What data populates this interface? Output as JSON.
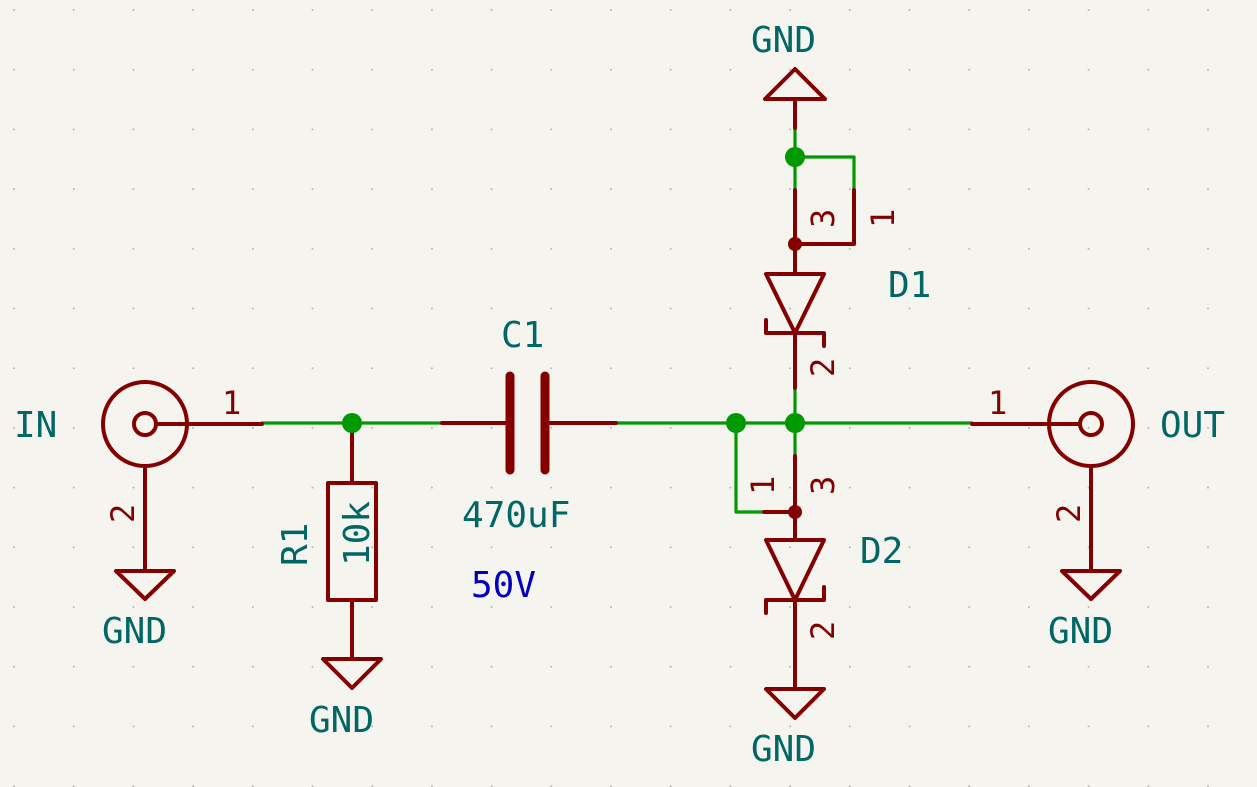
{
  "colors": {
    "background": "#f5f4ef",
    "component": "#840000",
    "wire": "#009900",
    "label": "#006666",
    "note": "#0000c0"
  },
  "connectors": {
    "input": {
      "label": "IN",
      "signal_pin": "1",
      "ground_pin": "2",
      "ground_label": "GND"
    },
    "output": {
      "label": "OUT",
      "signal_pin": "1",
      "ground_pin": "2",
      "ground_label": "GND"
    }
  },
  "resistor": {
    "ref": "R1",
    "value": "10k",
    "ground_label": "GND"
  },
  "capacitor": {
    "ref": "C1",
    "value": "470uF",
    "note": "50V"
  },
  "diode_d1": {
    "ref": "D1",
    "pins": [
      "1",
      "2",
      "3"
    ],
    "ground_label": "GND"
  },
  "diode_d2": {
    "ref": "D2",
    "pins": [
      "1",
      "2",
      "3"
    ],
    "ground_label": "GND"
  }
}
